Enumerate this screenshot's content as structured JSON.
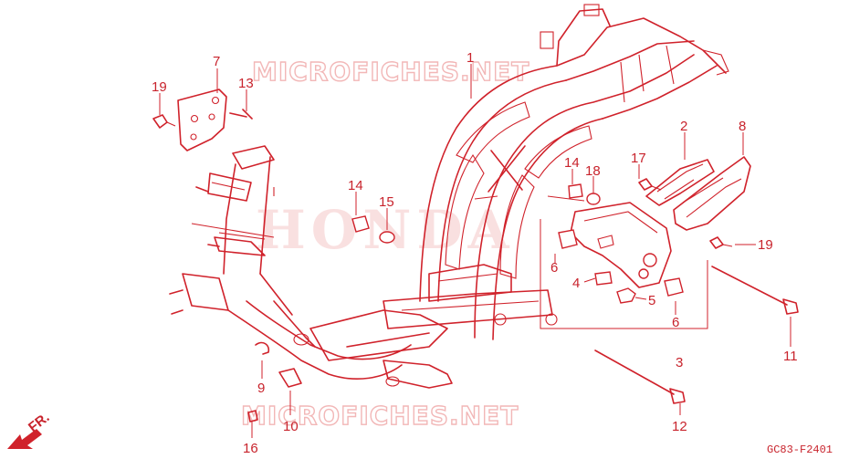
{
  "watermarks": {
    "top": "MICROFICHES.NET",
    "center": "HONDA",
    "bottom": "MICROFICHES.NET"
  },
  "direction": "FR.",
  "diagram_code": "GC83-F2401",
  "callouts": [
    {
      "id": "1",
      "label": "1"
    },
    {
      "id": "2",
      "label": "2"
    },
    {
      "id": "3",
      "label": "3"
    },
    {
      "id": "4",
      "label": "4"
    },
    {
      "id": "5",
      "label": "5"
    },
    {
      "id": "6a",
      "label": "6"
    },
    {
      "id": "6b",
      "label": "6"
    },
    {
      "id": "7",
      "label": "7"
    },
    {
      "id": "8",
      "label": "8"
    },
    {
      "id": "9",
      "label": "9"
    },
    {
      "id": "10",
      "label": "10"
    },
    {
      "id": "11",
      "label": "11"
    },
    {
      "id": "12",
      "label": "12"
    },
    {
      "id": "13",
      "label": "13"
    },
    {
      "id": "14a",
      "label": "14"
    },
    {
      "id": "14b",
      "label": "14"
    },
    {
      "id": "15",
      "label": "15"
    },
    {
      "id": "16",
      "label": "16"
    },
    {
      "id": "17",
      "label": "17"
    },
    {
      "id": "18",
      "label": "18"
    },
    {
      "id": "19a",
      "label": "19"
    },
    {
      "id": "19b",
      "label": "19"
    }
  ],
  "colors": {
    "line": "#d0222b",
    "watermark": "#f2b7b7"
  }
}
